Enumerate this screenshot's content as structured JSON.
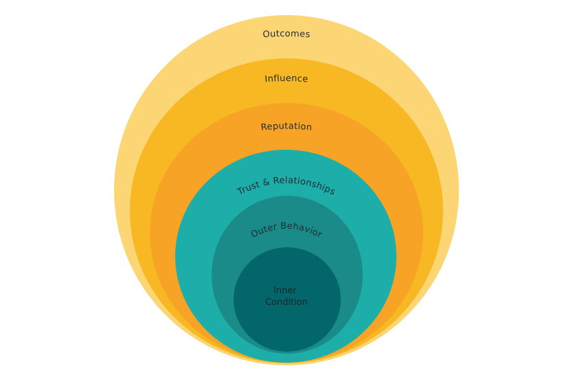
{
  "diagram": {
    "type": "nested-circles",
    "layers": [
      {
        "label": "Outcomes",
        "color": "#fcd675"
      },
      {
        "label": "Influence",
        "color": "#f8b823"
      },
      {
        "label": "Reputation",
        "color": "#f7a325"
      },
      {
        "label": "Trust & Relationships",
        "color": "#1eaea9"
      },
      {
        "label": "Outer Behavior",
        "color": "#1a8b89"
      },
      {
        "label": "Inner Condition",
        "label_lines": [
          "Inner",
          "Condition"
        ],
        "color": "#03666a"
      }
    ]
  }
}
